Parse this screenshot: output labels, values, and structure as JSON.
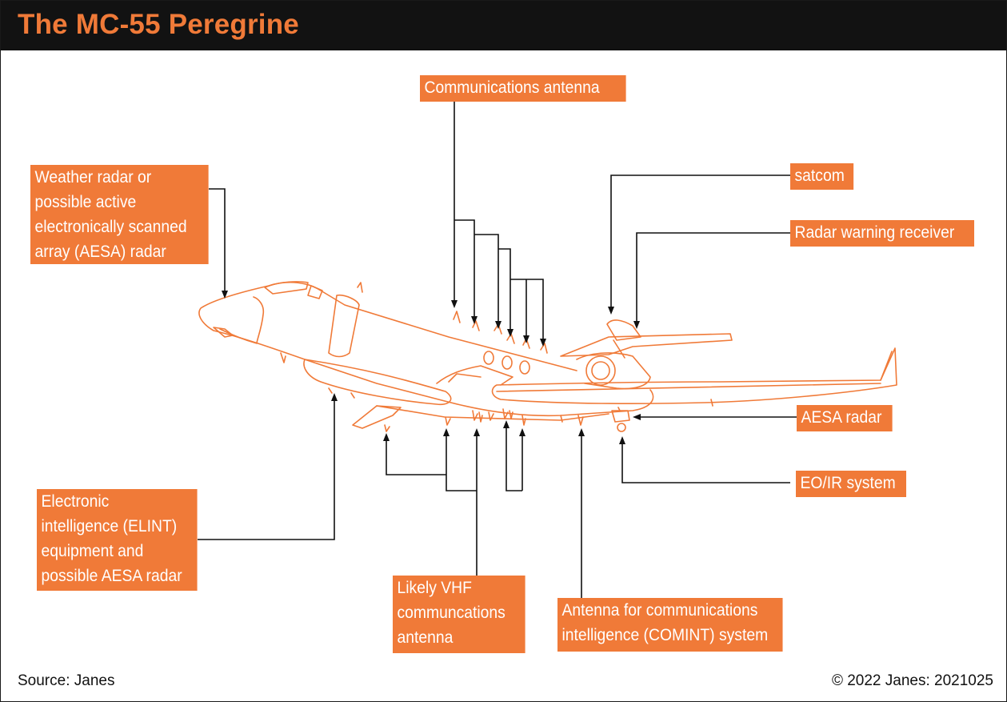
{
  "header": {
    "title": "The MC-55 Peregrine"
  },
  "callouts": {
    "communications_antenna": [
      "Communications antenna"
    ],
    "weather_radar": [
      "Weather radar or",
      "possible active",
      "electronically scanned",
      "array (AESA) radar"
    ],
    "satcom": [
      "satcom"
    ],
    "radar_warning_receiver": [
      "Radar warning receiver"
    ],
    "aesa_radar": [
      "AESA radar"
    ],
    "eo_ir_system": [
      "EO/IR system"
    ],
    "elint": [
      "Electronic",
      "intelligence (ELINT)",
      "equipment and",
      "possible AESA radar"
    ],
    "vhf_antenna": [
      "Likely VHF",
      "communcations",
      "antenna"
    ],
    "comint_antenna": [
      "Antenna for communications",
      "intelligence (COMINT) system"
    ]
  },
  "footer": {
    "source": "Source: Janes",
    "copyright": "© 2022 Janes: 2021025"
  },
  "colors": {
    "accent": "#f07a38",
    "header_bg": "#121212",
    "leader_line": "#111111",
    "aircraft_outline": "#f07a38"
  }
}
